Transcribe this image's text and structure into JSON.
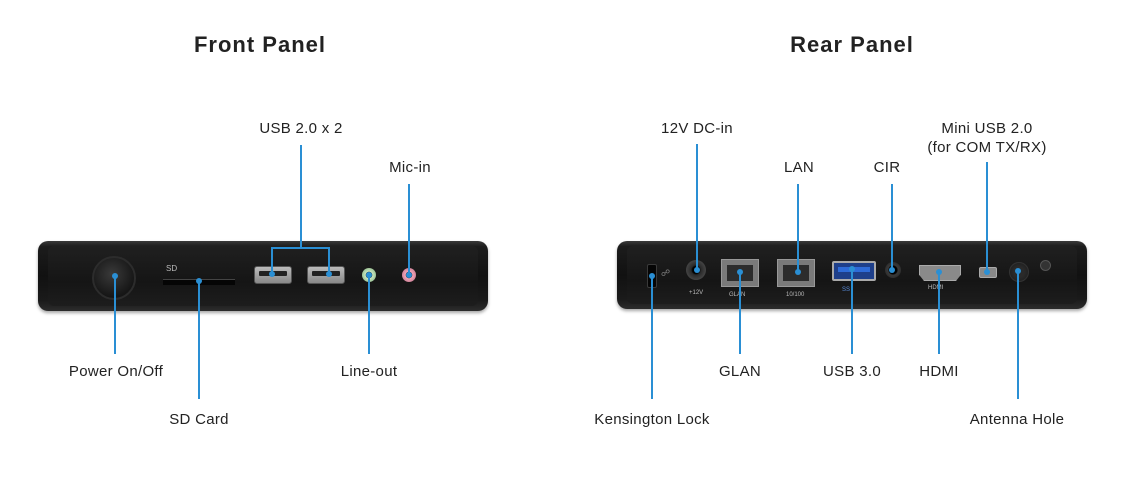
{
  "front": {
    "title": "Front Panel",
    "labels": {
      "usb20": "USB 2.0 x 2",
      "mic_in": "Mic-in",
      "power": "Power On/Off",
      "line_out": "Line-out",
      "sd_card": "SD Card"
    }
  },
  "rear": {
    "title": "Rear Panel",
    "labels": {
      "dc_in": "12V DC-in",
      "lan": "LAN",
      "cir": "CIR",
      "mini_usb": "Mini USB 2.0",
      "mini_usb_sub": "(for COM TX/RX)",
      "glan": "GLAN",
      "usb30": "USB 3.0",
      "hdmi": "HDMI",
      "kensington": "Kensington Lock",
      "antenna": "Antenna Hole"
    },
    "port_prints": {
      "glan": "GLAN",
      "lan": "10/100",
      "dc": "+12V",
      "hdmi": "HDMI",
      "usb": "SS"
    }
  },
  "colors": {
    "leader": "#2a8fd4",
    "line_out_jack": "#c8e6c0",
    "mic_in_jack": "#f2a6b8",
    "usb3_blue": "#2e6bd8"
  }
}
